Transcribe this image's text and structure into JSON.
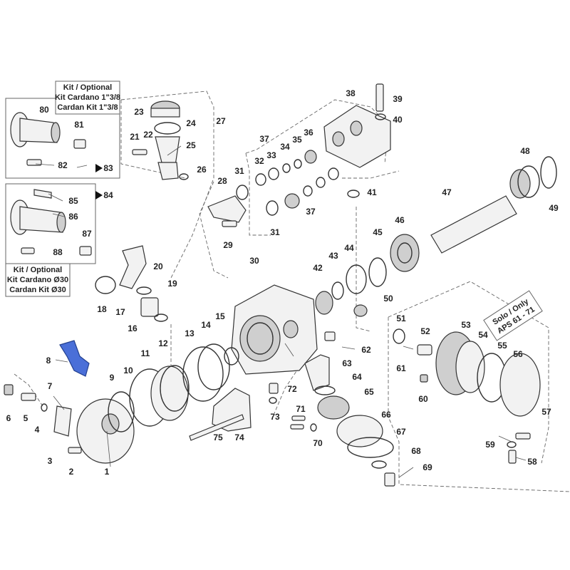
{
  "callouts": [
    {
      "id": "n1",
      "text": "1"
    },
    {
      "id": "n2",
      "text": "2"
    },
    {
      "id": "n3",
      "text": "3"
    },
    {
      "id": "n4",
      "text": "4"
    },
    {
      "id": "n5",
      "text": "5"
    },
    {
      "id": "n6",
      "text": "6"
    },
    {
      "id": "n7",
      "text": "7"
    },
    {
      "id": "n8",
      "text": "8"
    },
    {
      "id": "n9",
      "text": "9"
    },
    {
      "id": "n10",
      "text": "10"
    },
    {
      "id": "n11",
      "text": "11"
    },
    {
      "id": "n12",
      "text": "12"
    },
    {
      "id": "n13",
      "text": "13"
    },
    {
      "id": "n14",
      "text": "14"
    },
    {
      "id": "n15",
      "text": "15"
    },
    {
      "id": "n16",
      "text": "16"
    },
    {
      "id": "n17",
      "text": "17"
    },
    {
      "id": "n18",
      "text": "18"
    },
    {
      "id": "n19",
      "text": "19"
    },
    {
      "id": "n20",
      "text": "20"
    },
    {
      "id": "n21",
      "text": "21"
    },
    {
      "id": "n22",
      "text": "22"
    },
    {
      "id": "n23",
      "text": "23"
    },
    {
      "id": "n24",
      "text": "24"
    },
    {
      "id": "n25",
      "text": "25"
    },
    {
      "id": "n26",
      "text": "26"
    },
    {
      "id": "n27",
      "text": "27"
    },
    {
      "id": "n28",
      "text": "28"
    },
    {
      "id": "n29",
      "text": "29"
    },
    {
      "id": "n30",
      "text": "30"
    },
    {
      "id": "n31a",
      "text": "31"
    },
    {
      "id": "n31b",
      "text": "31"
    },
    {
      "id": "n32",
      "text": "32"
    },
    {
      "id": "n33",
      "text": "33"
    },
    {
      "id": "n34",
      "text": "34"
    },
    {
      "id": "n35",
      "text": "35"
    },
    {
      "id": "n36",
      "text": "36"
    },
    {
      "id": "n37a",
      "text": "37"
    },
    {
      "id": "n37b",
      "text": "37"
    },
    {
      "id": "n38",
      "text": "38"
    },
    {
      "id": "n39",
      "text": "39"
    },
    {
      "id": "n40",
      "text": "40"
    },
    {
      "id": "n41",
      "text": "41"
    },
    {
      "id": "n42",
      "text": "42"
    },
    {
      "id": "n43",
      "text": "43"
    },
    {
      "id": "n44",
      "text": "44"
    },
    {
      "id": "n45",
      "text": "45"
    },
    {
      "id": "n46",
      "text": "46"
    },
    {
      "id": "n47",
      "text": "47"
    },
    {
      "id": "n48",
      "text": "48"
    },
    {
      "id": "n49",
      "text": "49"
    },
    {
      "id": "n50",
      "text": "50"
    },
    {
      "id": "n51",
      "text": "51"
    },
    {
      "id": "n52",
      "text": "52"
    },
    {
      "id": "n53",
      "text": "53"
    },
    {
      "id": "n54",
      "text": "54"
    },
    {
      "id": "n55",
      "text": "55"
    },
    {
      "id": "n56",
      "text": "56"
    },
    {
      "id": "n57",
      "text": "57"
    },
    {
      "id": "n58",
      "text": "58"
    },
    {
      "id": "n59",
      "text": "59"
    },
    {
      "id": "n60",
      "text": "60"
    },
    {
      "id": "n61",
      "text": "61"
    },
    {
      "id": "n62",
      "text": "62"
    },
    {
      "id": "n63",
      "text": "63"
    },
    {
      "id": "n64",
      "text": "64"
    },
    {
      "id": "n65",
      "text": "65"
    },
    {
      "id": "n66",
      "text": "66"
    },
    {
      "id": "n67",
      "text": "67"
    },
    {
      "id": "n68",
      "text": "68"
    },
    {
      "id": "n69",
      "text": "69"
    },
    {
      "id": "n70",
      "text": "70"
    },
    {
      "id": "n71",
      "text": "71"
    },
    {
      "id": "n72",
      "text": "72"
    },
    {
      "id": "n73",
      "text": "73"
    },
    {
      "id": "n74",
      "text": "74"
    },
    {
      "id": "n75",
      "text": "75"
    },
    {
      "id": "n80",
      "text": "80"
    },
    {
      "id": "n81",
      "text": "81"
    },
    {
      "id": "n82",
      "text": "82"
    },
    {
      "id": "n83",
      "text": "83"
    },
    {
      "id": "n84",
      "text": "84"
    },
    {
      "id": "n85",
      "text": "85"
    },
    {
      "id": "n86",
      "text": "86"
    },
    {
      "id": "n87",
      "text": "87"
    },
    {
      "id": "n88",
      "text": "88"
    }
  ],
  "kit_1_3_8": {
    "line1": "Kit / Optional",
    "line2": "Kit Cardano 1\"3/8",
    "line3": "Cardan Kit 1\"3/8"
  },
  "kit_30": {
    "line1": "Kit / Optional",
    "line2": "Kit Cardano Ø30",
    "line3": "Cardan Kit Ø30"
  },
  "solo_only": {
    "line1": "Solo / Only",
    "line2": "APS 61 - 71"
  },
  "colors": {
    "highlight_part": "#4a6fd8",
    "line": "#333333"
  }
}
